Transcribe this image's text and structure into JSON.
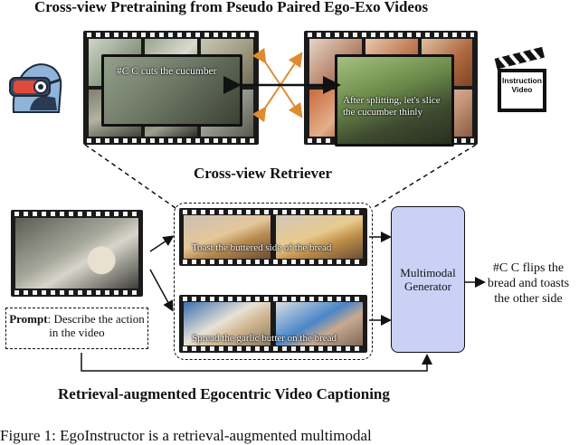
{
  "top_title": "Cross-view Pretraining from Pseudo Paired Ego-Exo Videos",
  "retriever_label": "Cross-view Retriever",
  "bottom_title": "Retrieval-augmented Egocentric Video Captioning",
  "ego_caption": "#C C cuts the cucumber",
  "exo_caption": "After splitting, let's slice the cucumber thinly",
  "instruction_icon_text": "Instruction Video",
  "retrieved": [
    {
      "caption": "Toast the buttered side of the bread"
    },
    {
      "caption": "Spread the garlic butter on the bread"
    }
  ],
  "prompt": {
    "bold": "Prompt",
    "text": ": Describe the action in the video"
  },
  "generator_label": "Multimodal Generator",
  "output_text": "#C C flips the bread and toasts the other side",
  "caption_bottom": "Figure 1: EgoInstructor is a retrieval-augmented multimodal"
}
